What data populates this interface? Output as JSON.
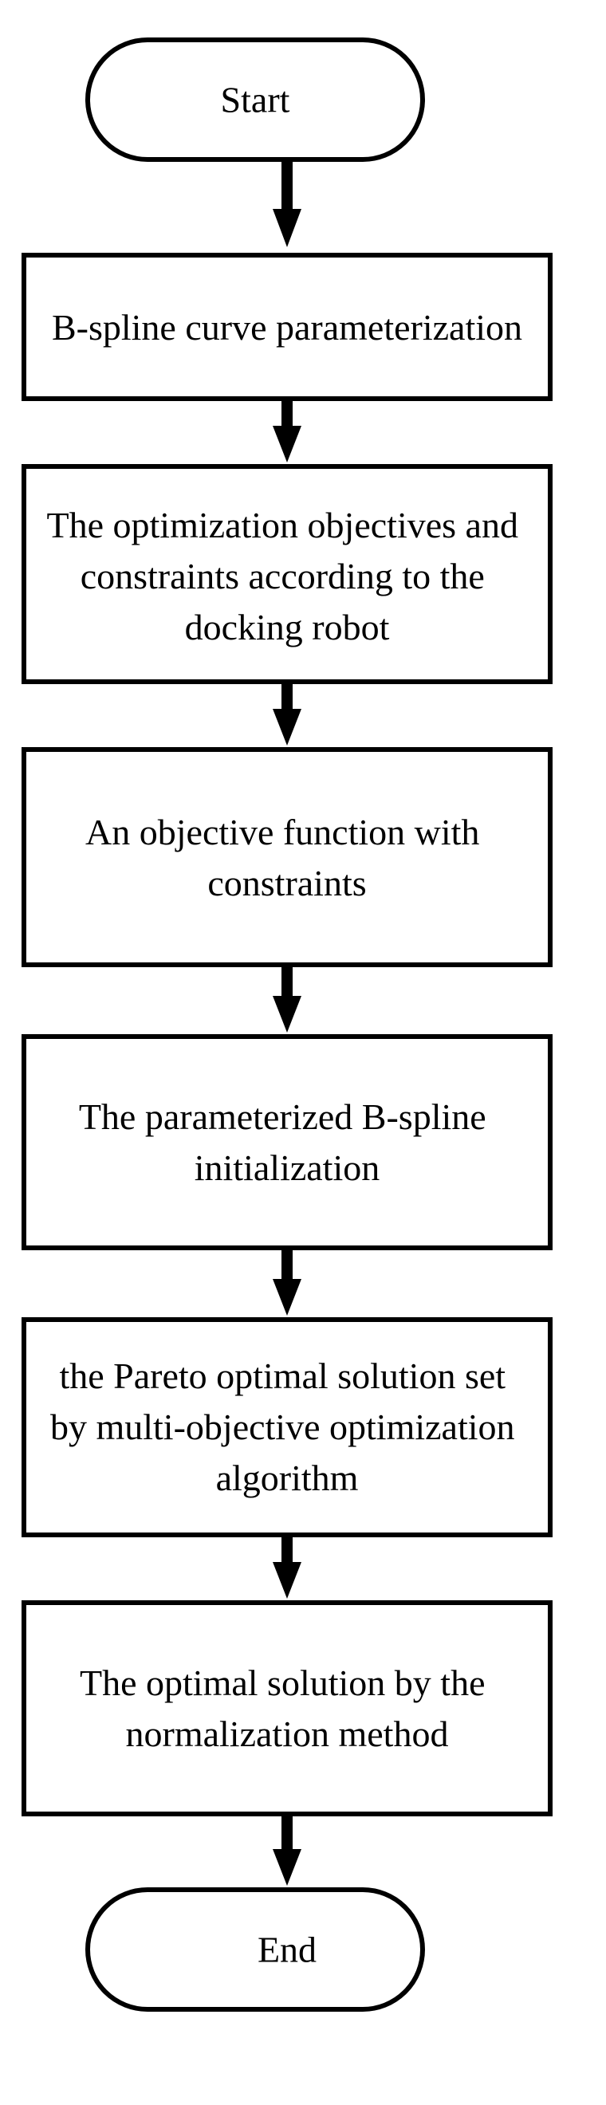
{
  "flowchart": {
    "start": {
      "label": "Start"
    },
    "steps": [
      {
        "lines": [
          "B-spline curve parameterization"
        ]
      },
      {
        "lines": [
          "The optimization objectives and",
          "constraints  according to the",
          "docking robot"
        ]
      },
      {
        "lines": [
          "An objective function with",
          "constraints"
        ]
      },
      {
        "lines": [
          "The parameterized  B-spline",
          "initialization"
        ]
      },
      {
        "lines": [
          " the Pareto optimal solution set",
          "by multi-objective optimization",
          "algorithm"
        ]
      },
      {
        "lines": [
          "The optimal solution by the",
          "normalization method"
        ]
      }
    ],
    "end": {
      "label": "End"
    }
  }
}
